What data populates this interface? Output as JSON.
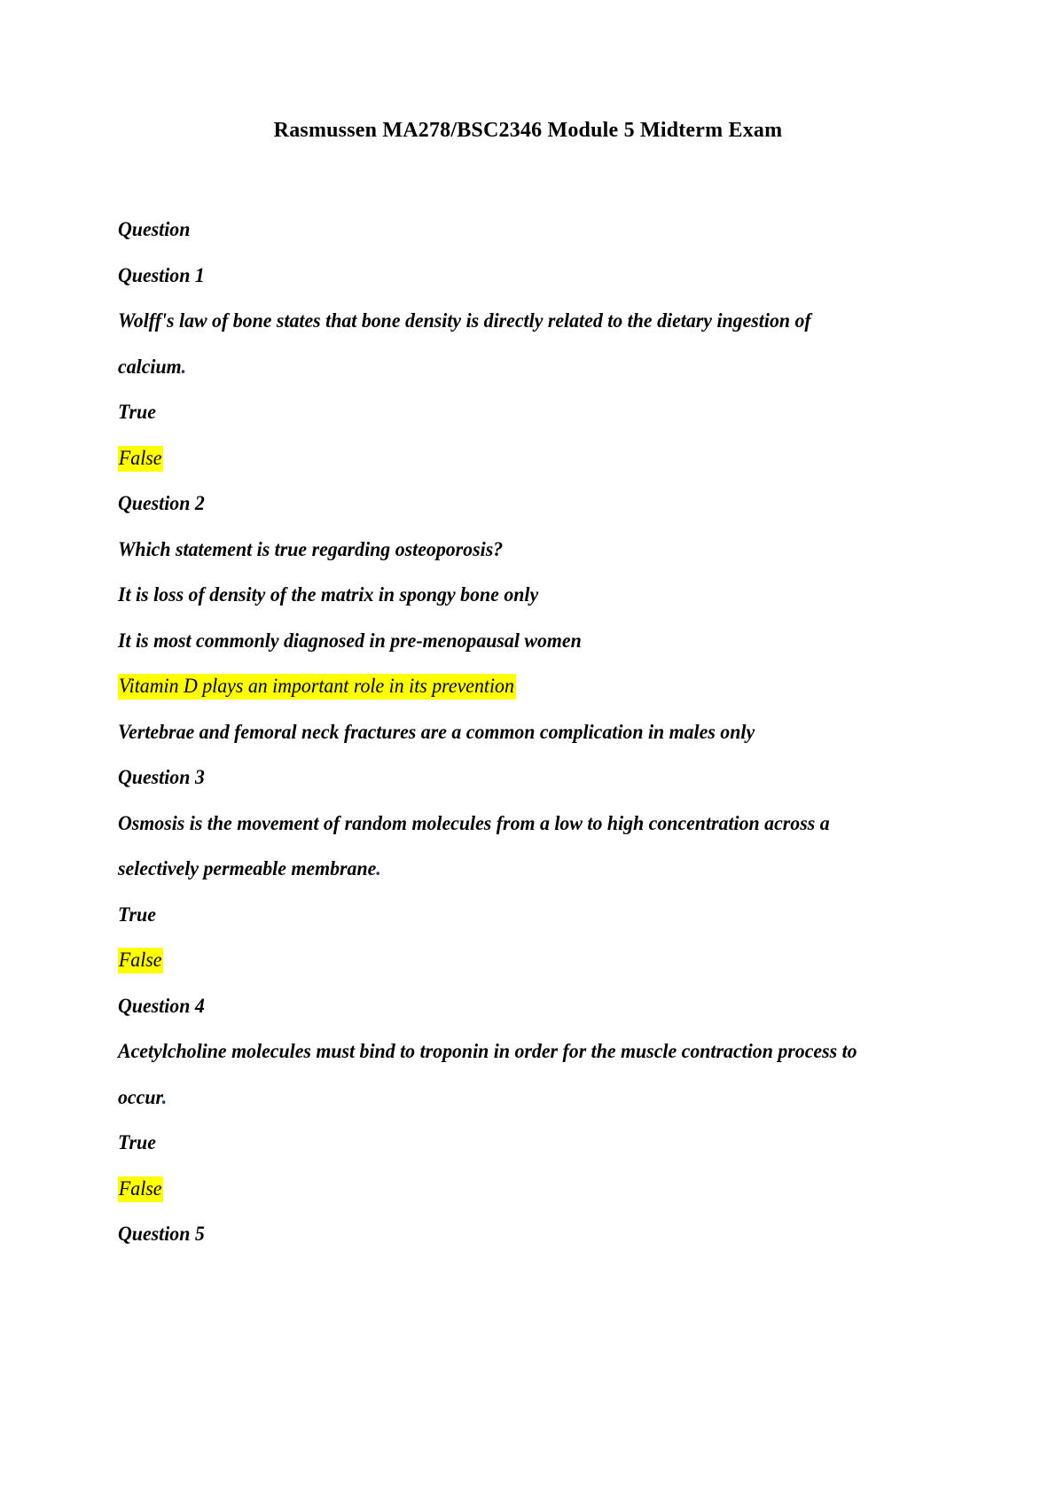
{
  "document": {
    "title": "Rasmussen MA278/BSC2346 Module 5 Midterm Exam",
    "page_background": "#ffffff",
    "text_color": "#000000",
    "highlight_color": "#ffff00",
    "accent_period_color": "#1f3864",
    "section_label": "Question"
  },
  "lines": [
    {
      "id": "l0",
      "text": "Question",
      "highlight": false
    },
    {
      "id": "l1",
      "text": "Question 1",
      "highlight": false
    },
    {
      "id": "l2",
      "text": "Wolff's law of bone states that bone density is directly related to the dietary ingestion of",
      "highlight": false
    },
    {
      "id": "l3",
      "text": "calcium.",
      "highlight": false
    },
    {
      "id": "l4",
      "text": "True",
      "highlight": false
    },
    {
      "id": "l5",
      "text": "False",
      "highlight": true
    },
    {
      "id": "l6",
      "text": "Question 2",
      "highlight": false
    },
    {
      "id": "l7",
      "text": "Which statement is true regarding osteoporosis?",
      "highlight": false
    },
    {
      "id": "l8",
      "text": "It is loss of density of the matrix in spongy bone only",
      "highlight": false
    },
    {
      "id": "l9",
      "text": "It is most commonly diagnosed in pre-menopausal women",
      "highlight": false
    },
    {
      "id": "l10",
      "text": "Vitamin D plays an important role in its prevention",
      "highlight": true
    },
    {
      "id": "l11",
      "text": "Vertebrae and femoral neck fractures are a common complication in males only",
      "highlight": false
    },
    {
      "id": "l12",
      "text": "Question 3",
      "highlight": false
    },
    {
      "id": "l13",
      "text": "Osmosis is the movement of random molecules from a low to high concentration across a",
      "highlight": false
    },
    {
      "id": "l14",
      "text": "selectively permeable membrane.",
      "highlight": false
    },
    {
      "id": "l15",
      "text": "True",
      "highlight": false
    },
    {
      "id": "l16",
      "text": "False",
      "highlight": true
    },
    {
      "id": "l17",
      "text": "Question 4",
      "highlight": false
    },
    {
      "id": "l18",
      "text": "Acetylcholine molecules must bind to troponin in order for the muscle contraction process to",
      "highlight": false
    },
    {
      "id": "l19",
      "text": "occur.",
      "highlight": false
    },
    {
      "id": "l20",
      "text": "True",
      "highlight": false
    },
    {
      "id": "l21",
      "text": "False",
      "highlight": true
    },
    {
      "id": "l22",
      "text": "Question 5",
      "highlight": false
    }
  ],
  "questions": [
    {
      "number": "Question 1",
      "type": "true-false",
      "stem": "Wolff's law of bone states that bone density is directly related to the dietary ingestion of calcium.",
      "options": [
        {
          "label": "True",
          "selected": false
        },
        {
          "label": "False",
          "selected": true
        }
      ]
    },
    {
      "number": "Question 2",
      "type": "multiple-choice",
      "stem": "Which statement is true regarding osteoporosis?",
      "options": [
        {
          "label": "It is loss of density of the matrix in spongy bone only",
          "selected": false
        },
        {
          "label": "It is most commonly diagnosed in pre-menopausal women",
          "selected": false
        },
        {
          "label": "Vitamin D plays an important role in its prevention",
          "selected": true
        },
        {
          "label": "Vertebrae and femoral neck fractures are a common complication in males only",
          "selected": false
        }
      ]
    },
    {
      "number": "Question 3",
      "type": "true-false",
      "stem": "Osmosis is the movement of random molecules from a low to high concentration across a selectively permeable membrane.",
      "options": [
        {
          "label": "True",
          "selected": false
        },
        {
          "label": "False",
          "selected": true
        }
      ]
    },
    {
      "number": "Question 4",
      "type": "true-false",
      "stem": "Acetylcholine molecules must bind to troponin in order for the muscle contraction process to occur.",
      "options": [
        {
          "label": "True",
          "selected": false
        },
        {
          "label": "False",
          "selected": true
        }
      ]
    },
    {
      "number": "Question 5",
      "type": "unknown",
      "stem": "",
      "options": []
    }
  ]
}
